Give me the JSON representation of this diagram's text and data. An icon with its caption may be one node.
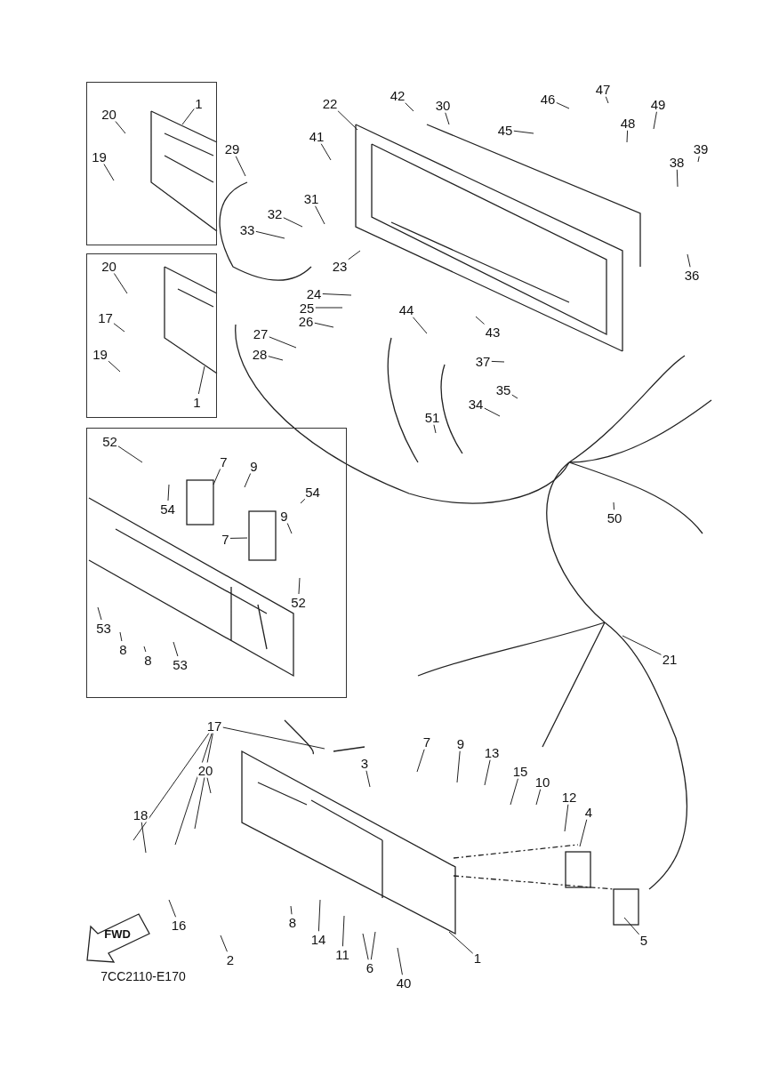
{
  "diagram": {
    "nodes": [
      {
        "text": [],
        "shape": "box"
      },
      {
        "text": [
          "1"
        ],
        "in": 0
      },
      {
        "text": [
          "20"
        ],
        "in": 0
      },
      {
        "text": [
          "19"
        ],
        "in": 0
      },
      {
        "text": [],
        "shape": "box"
      },
      {
        "text": [
          "20"
        ],
        "in": 4
      },
      {
        "text": [
          "17"
        ],
        "in": 4
      },
      {
        "text": [
          "19"
        ],
        "in": 4
      },
      {
        "text": [
          "1"
        ],
        "in": 4
      },
      {
        "text": [],
        "shape": "box"
      },
      {
        "text": [
          "52"
        ],
        "in": 9
      },
      {
        "text": [
          "7"
        ],
        "in": 9
      },
      {
        "text": [
          "9"
        ],
        "in": 9
      },
      {
        "text": [
          "54"
        ],
        "in": 9
      },
      {
        "text": [
          "54"
        ],
        "in": 9
      },
      {
        "text": [
          "9"
        ],
        "in": 9
      },
      {
        "text": [
          "7"
        ],
        "in": 9
      },
      {
        "text": [
          "52"
        ],
        "in": 9
      },
      {
        "text": [
          "53"
        ],
        "in": 9
      },
      {
        "text": [
          "8"
        ],
        "in": 9
      },
      {
        "text": [
          "8"
        ],
        "in": 9
      },
      {
        "text": [
          "53"
        ],
        "in": 9
      },
      {
        "text": [
          "22"
        ]
      },
      {
        "text": [
          "42"
        ]
      },
      {
        "text": [
          "30"
        ]
      },
      {
        "text": [
          "46"
        ]
      },
      {
        "text": [
          "47"
        ]
      },
      {
        "text": [
          "49"
        ]
      },
      {
        "text": [
          "45"
        ]
      },
      {
        "text": [
          "48"
        ]
      },
      {
        "text": [
          "41"
        ]
      },
      {
        "text": [
          "39"
        ]
      },
      {
        "text": [
          "38"
        ]
      },
      {
        "text": [
          "29"
        ]
      },
      {
        "text": [
          "31"
        ]
      },
      {
        "text": [
          "32"
        ]
      },
      {
        "text": [
          "33"
        ]
      },
      {
        "text": [
          "23"
        ]
      },
      {
        "text": [
          "36"
        ]
      },
      {
        "text": [
          "24"
        ]
      },
      {
        "text": [
          "25"
        ]
      },
      {
        "text": [
          "26"
        ]
      },
      {
        "text": [
          "27"
        ]
      },
      {
        "text": [
          "28"
        ]
      },
      {
        "text": [
          "44"
        ]
      },
      {
        "text": [
          "43"
        ]
      },
      {
        "text": [
          "37"
        ]
      },
      {
        "text": [
          "35"
        ]
      },
      {
        "text": [
          "34"
        ]
      },
      {
        "text": [
          "51"
        ]
      },
      {
        "text": [
          "50"
        ]
      },
      {
        "text": [
          "21"
        ]
      },
      {
        "text": [
          "17"
        ]
      },
      {
        "text": [
          "3"
        ]
      },
      {
        "text": [
          "7"
        ]
      },
      {
        "text": [
          "9"
        ]
      },
      {
        "text": [
          "13"
        ]
      },
      {
        "text": [
          "15"
        ]
      },
      {
        "text": [
          "10"
        ]
      },
      {
        "text": [
          "12"
        ]
      },
      {
        "text": [
          "4"
        ]
      },
      {
        "text": [
          "20"
        ]
      },
      {
        "text": [
          "18"
        ]
      },
      {
        "text": [
          "16"
        ]
      },
      {
        "text": [
          "2"
        ]
      },
      {
        "text": [
          "8"
        ]
      },
      {
        "text": [
          "14"
        ]
      },
      {
        "text": [
          "11"
        ]
      },
      {
        "text": [
          "6"
        ]
      },
      {
        "text": [
          "40"
        ]
      },
      {
        "text": [
          "1"
        ]
      },
      {
        "text": [
          "5"
        ]
      }
    ],
    "edges": [
      {
        "from": 1,
        "to": null,
        "arrow": "none"
      },
      {
        "from": 2,
        "to": null,
        "arrow": "none"
      },
      {
        "from": 3,
        "to": null,
        "arrow": "none"
      },
      {
        "from": 5,
        "to": null,
        "arrow": "none"
      },
      {
        "from": 6,
        "to": null,
        "arrow": "none"
      },
      {
        "from": 7,
        "to": null,
        "arrow": "none"
      },
      {
        "from": 8,
        "to": null,
        "arrow": "none"
      },
      {
        "from": 10,
        "to": null,
        "arrow": "none"
      },
      {
        "from": 11,
        "to": null,
        "arrow": "none"
      },
      {
        "from": 12,
        "to": null,
        "arrow": "none"
      },
      {
        "from": 13,
        "to": null,
        "arrow": "none"
      },
      {
        "from": 14,
        "to": null,
        "arrow": "none"
      },
      {
        "from": 15,
        "to": null,
        "arrow": "none"
      },
      {
        "from": 16,
        "to": null,
        "arrow": "none"
      },
      {
        "from": 17,
        "to": null,
        "arrow": "none"
      },
      {
        "from": 18,
        "to": null,
        "arrow": "none"
      },
      {
        "from": 19,
        "to": null,
        "arrow": "none"
      },
      {
        "from": 20,
        "to": null,
        "arrow": "none"
      },
      {
        "from": 21,
        "to": null,
        "arrow": "none"
      },
      {
        "from": 22,
        "to": null,
        "arrow": "none"
      },
      {
        "from": 23,
        "to": null,
        "arrow": "none"
      },
      {
        "from": 24,
        "to": null,
        "arrow": "none"
      },
      {
        "from": 25,
        "to": null,
        "arrow": "none"
      },
      {
        "from": 26,
        "to": null,
        "arrow": "none"
      },
      {
        "from": 27,
        "to": null,
        "arrow": "none"
      },
      {
        "from": 28,
        "to": null,
        "arrow": "none"
      },
      {
        "from": 29,
        "to": null,
        "arrow": "none"
      },
      {
        "from": 30,
        "to": null,
        "arrow": "none"
      },
      {
        "from": 31,
        "to": null,
        "arrow": "none"
      },
      {
        "from": 32,
        "to": null,
        "arrow": "none"
      },
      {
        "from": 33,
        "to": null,
        "arrow": "none"
      },
      {
        "from": 34,
        "to": null,
        "arrow": "none"
      },
      {
        "from": 35,
        "to": null,
        "arrow": "none"
      },
      {
        "from": 36,
        "to": null,
        "arrow": "none"
      },
      {
        "from": 37,
        "to": null,
        "arrow": "none"
      },
      {
        "from": 38,
        "to": null,
        "arrow": "none"
      },
      {
        "from": 39,
        "to": null,
        "arrow": "none"
      },
      {
        "from": 40,
        "to": null,
        "arrow": "none"
      },
      {
        "from": 41,
        "to": null,
        "arrow": "none"
      },
      {
        "from": 42,
        "to": null,
        "arrow": "none"
      },
      {
        "from": 43,
        "to": null,
        "arrow": "none"
      },
      {
        "from": 44,
        "to": null,
        "arrow": "none"
      },
      {
        "from": 45,
        "to": null,
        "arrow": "none"
      },
      {
        "from": 46,
        "to": null,
        "arrow": "none"
      },
      {
        "from": 47,
        "to": null,
        "arrow": "none"
      },
      {
        "from": 48,
        "to": null,
        "arrow": "none"
      },
      {
        "from": 49,
        "to": null,
        "arrow": "none"
      },
      {
        "from": 50,
        "to": null,
        "arrow": "none"
      },
      {
        "from": 51,
        "to": null,
        "arrow": "none"
      },
      {
        "from": 52,
        "to": null,
        "arrow": "none"
      },
      {
        "from": 52,
        "to": null,
        "arrow": "none"
      },
      {
        "from": 52,
        "to": null,
        "arrow": "none"
      },
      {
        "from": 52,
        "to": null,
        "arrow": "none"
      },
      {
        "from": 53,
        "to": null,
        "arrow": "none"
      },
      {
        "from": 54,
        "to": null,
        "arrow": "none"
      },
      {
        "from": 55,
        "to": null,
        "arrow": "none"
      },
      {
        "from": 56,
        "to": null,
        "arrow": "none"
      },
      {
        "from": 57,
        "to": null,
        "arrow": "none"
      },
      {
        "from": 58,
        "to": null,
        "arrow": "none"
      },
      {
        "from": 59,
        "to": null,
        "arrow": "none"
      },
      {
        "from": 60,
        "to": null,
        "arrow": "none"
      },
      {
        "from": 61,
        "to": null,
        "arrow": "none"
      },
      {
        "from": 62,
        "to": null,
        "arrow": "none"
      },
      {
        "from": 63,
        "to": null,
        "arrow": "none"
      },
      {
        "from": 64,
        "to": null,
        "arrow": "none"
      },
      {
        "from": 65,
        "to": null,
        "arrow": "none"
      },
      {
        "from": 66,
        "to": null,
        "arrow": "none"
      },
      {
        "from": 67,
        "to": null,
        "arrow": "none"
      },
      {
        "from": 68,
        "to": null,
        "arrow": "none"
      },
      {
        "from": 68,
        "to": null,
        "arrow": "none"
      },
      {
        "from": 69,
        "to": null,
        "arrow": "none"
      },
      {
        "from": 70,
        "to": null,
        "arrow": "none"
      },
      {
        "from": 71,
        "to": null,
        "arrow": "none"
      }
    ],
    "labels": [
      "FWD",
      "7CC2110-E170"
    ]
  }
}
